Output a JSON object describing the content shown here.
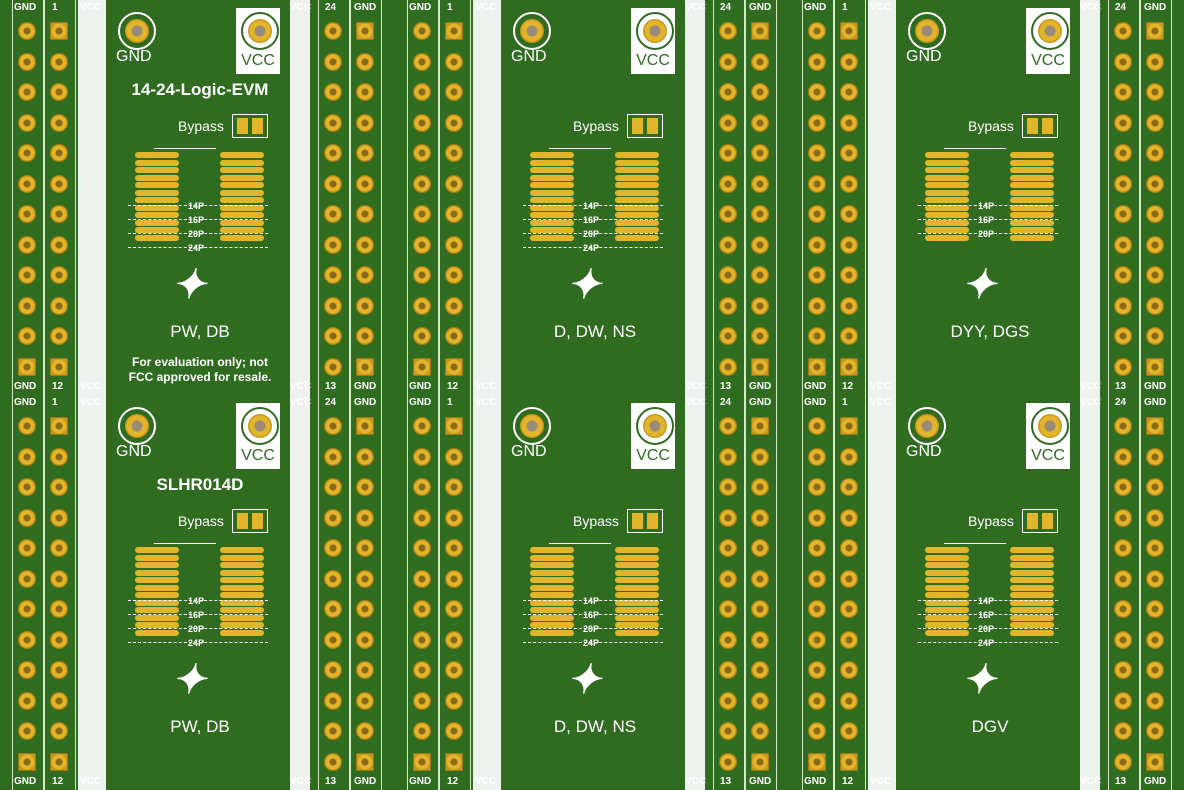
{
  "pin_labels": {
    "gnd": "GND",
    "vcc": "VCC",
    "p1": "1",
    "p12": "12",
    "p13": "13",
    "p24": "24"
  },
  "boards": [
    {
      "gnd": "GND",
      "vcc": "VCC",
      "title": "14-24-Logic-EVM",
      "bypass": "Bypass",
      "pkg": "PW, DB",
      "note1": "For evaluation only; not",
      "note2": "FCC approved for resale.",
      "fp": [
        "14P",
        "16P",
        "20P",
        "24P"
      ]
    },
    {
      "gnd": "GND",
      "vcc": "VCC",
      "bypass": "Bypass",
      "pkg": "D, DW, NS",
      "fp": [
        "14P",
        "16P",
        "20P",
        "24P"
      ]
    },
    {
      "gnd": "GND",
      "vcc": "VCC",
      "bypass": "Bypass",
      "pkg": "DYY, DGS",
      "fp": [
        "14P",
        "16P",
        "20P"
      ]
    },
    {
      "gnd": "GND",
      "vcc": "VCC",
      "title": "SLHR014D",
      "bypass": "Bypass",
      "pkg": "PW, DB",
      "fp": [
        "14P",
        "16P",
        "20P",
        "24P"
      ]
    },
    {
      "gnd": "GND",
      "vcc": "VCC",
      "bypass": "Bypass",
      "pkg": "D, DW, NS",
      "fp": [
        "14P",
        "16P",
        "20P",
        "24P"
      ]
    },
    {
      "gnd": "GND",
      "vcc": "VCC",
      "bypass": "Bypass",
      "pkg": "DGV",
      "fp": [
        "14P",
        "16P",
        "20P",
        "24P"
      ]
    }
  ],
  "colors": {
    "board": "#2f6c20",
    "pad": "#e3b52a",
    "silk": "#ffffff"
  }
}
